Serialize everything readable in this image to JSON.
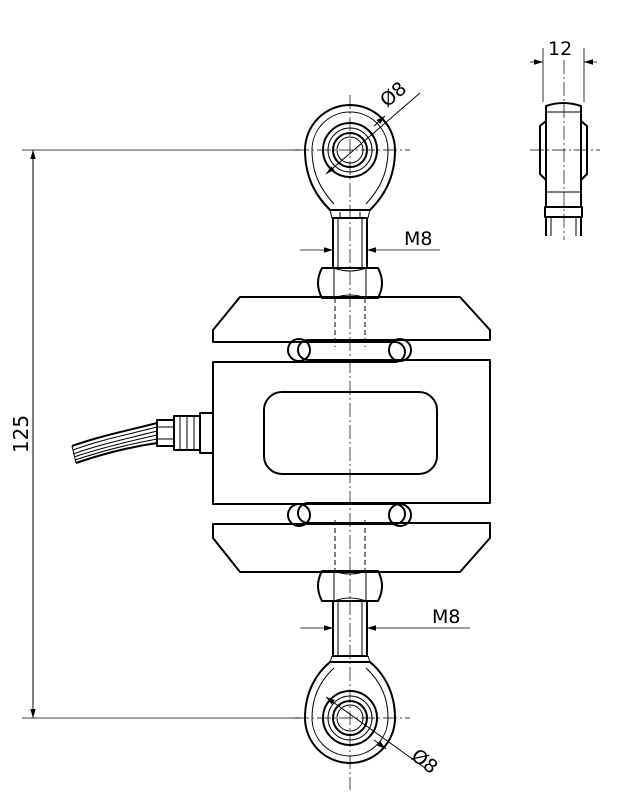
{
  "dimensions": {
    "overall_length": "125",
    "rod_end_bore_top": "Ø8",
    "rod_end_bore_bottom": "Ø8",
    "thread_top": "M8",
    "thread_bottom": "M8",
    "rod_end_width": "12"
  },
  "colors": {
    "line": "#000000",
    "background": "#ffffff"
  }
}
